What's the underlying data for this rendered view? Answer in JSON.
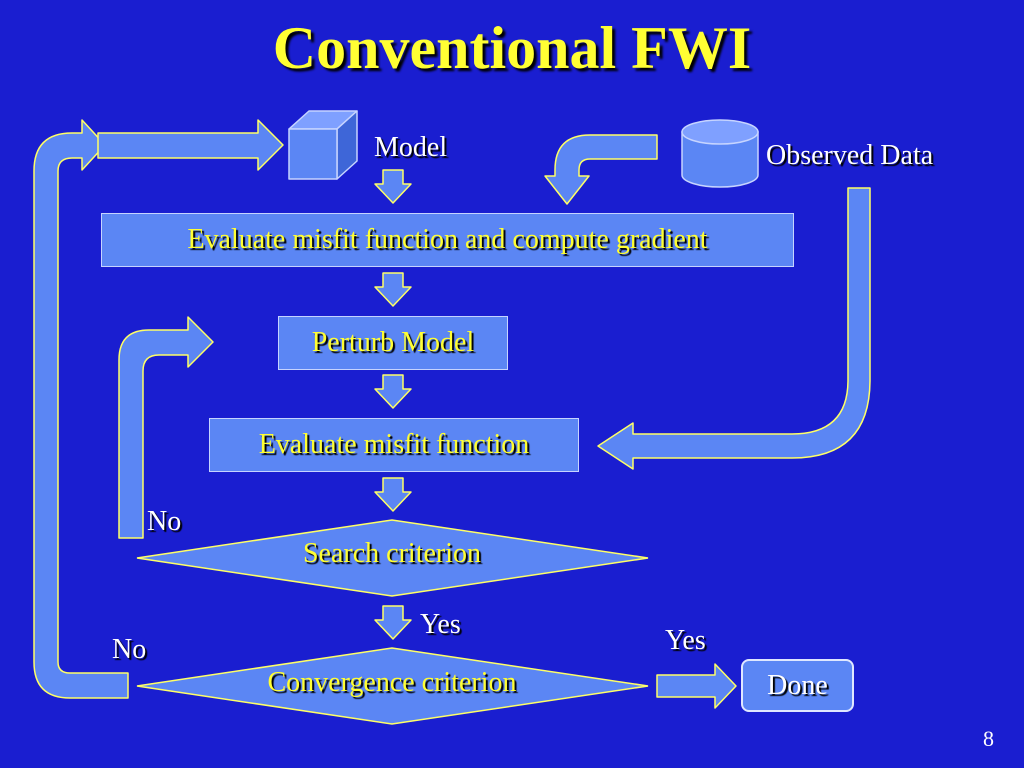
{
  "title": "Conventional FWI",
  "labels": {
    "model": "Model",
    "observed_data": "Observed Data",
    "no_search": "No",
    "yes_search": "Yes",
    "no_convergence": "No",
    "yes_convergence": "Yes"
  },
  "steps": {
    "evaluate_gradient": "Evaluate misfit function and compute gradient",
    "perturb_model": "Perturb Model",
    "evaluate_misfit": "Evaluate misfit function",
    "search_criterion": "Search criterion",
    "convergence_criterion": "Convergence criterion",
    "done": "Done"
  },
  "page_number": "8",
  "colors": {
    "background": "#1a1ed0",
    "box_fill": "#5b86f4",
    "title_text": "#ffff33",
    "arrow_outline": "#ffff66"
  }
}
